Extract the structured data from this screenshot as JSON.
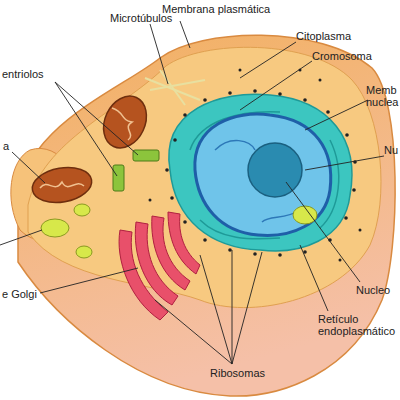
{
  "diagram": {
    "labels": [
      "Microtúbulos",
      "Membrana plasmática",
      "Citoplasma",
      "Cromosoma",
      "Memb nuclea",
      "Nu",
      "entriolos",
      "a",
      "e Golgi",
      "Nucleo",
      "Retículo endoplasmático",
      "Ribosomas"
    ]
  }
}
